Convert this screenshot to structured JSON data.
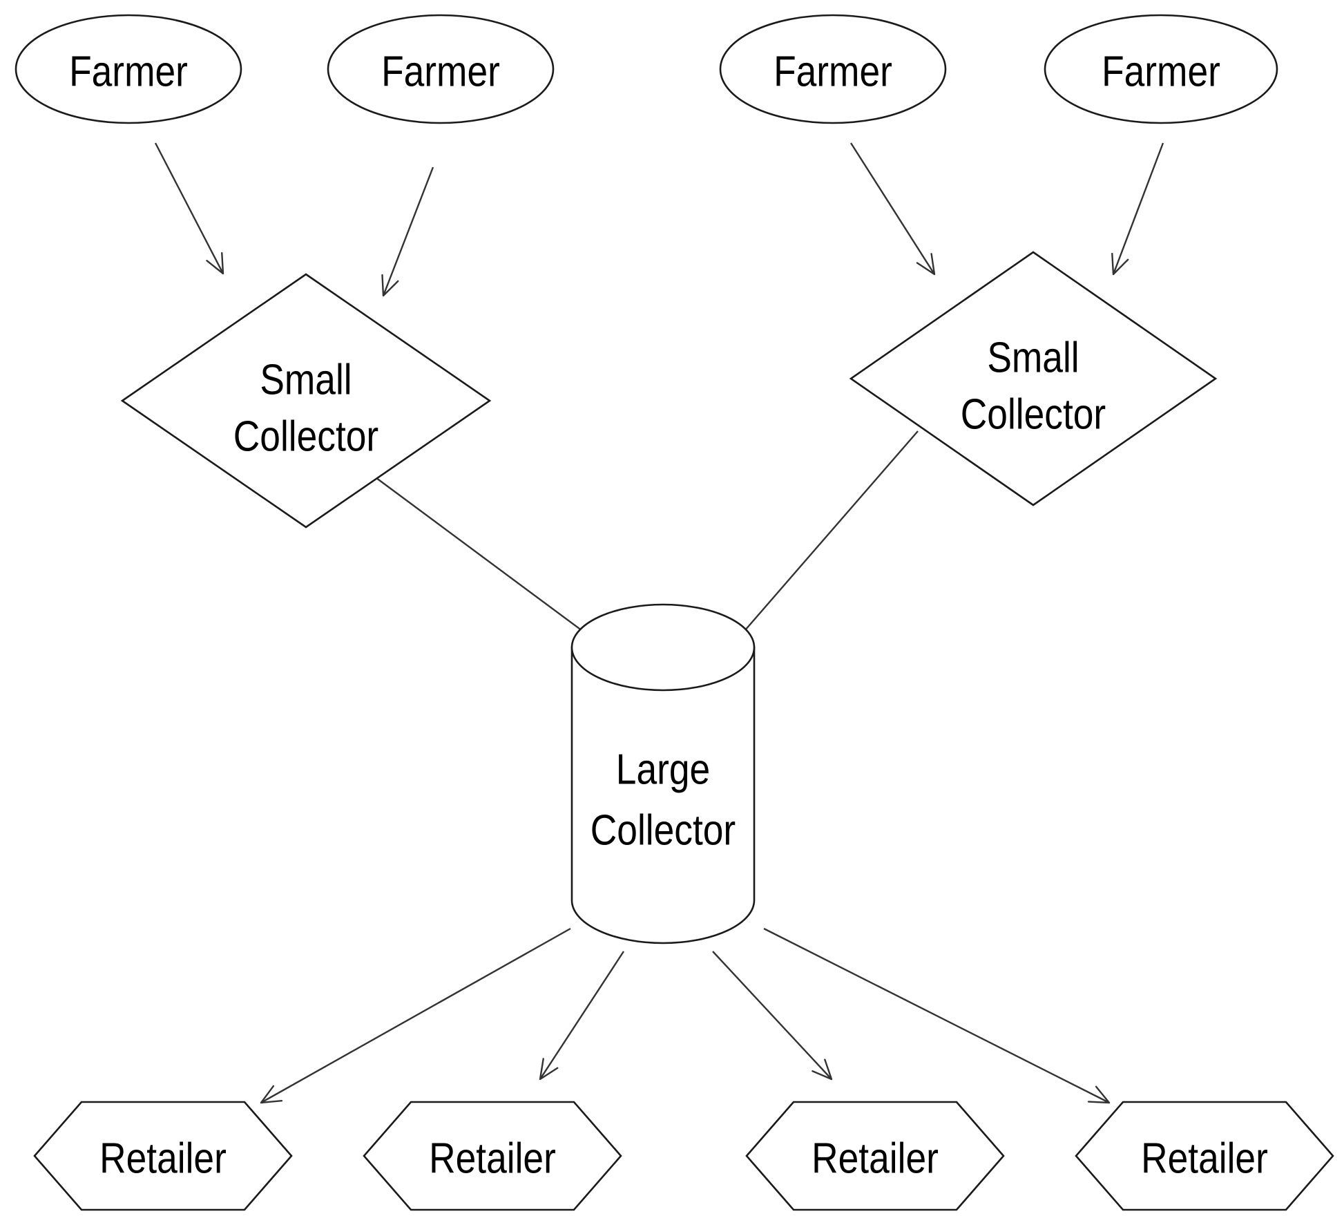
{
  "diagram": {
    "nodes": [
      {
        "id": "farmer-1",
        "type": "farmer",
        "shape": "ellipse",
        "lines": [
          "Farmer"
        ]
      },
      {
        "id": "farmer-2",
        "type": "farmer",
        "shape": "ellipse",
        "lines": [
          "Farmer"
        ]
      },
      {
        "id": "farmer-3",
        "type": "farmer",
        "shape": "ellipse",
        "lines": [
          "Farmer"
        ]
      },
      {
        "id": "farmer-4",
        "type": "farmer",
        "shape": "ellipse",
        "lines": [
          "Farmer"
        ]
      },
      {
        "id": "small-collector-1",
        "type": "small-collector",
        "shape": "diamond",
        "lines": [
          "Small",
          "Collector"
        ]
      },
      {
        "id": "small-collector-2",
        "type": "small-collector",
        "shape": "diamond",
        "lines": [
          "Small",
          "Collector"
        ]
      },
      {
        "id": "large-collector",
        "type": "large-collector",
        "shape": "cylinder",
        "lines": [
          "Large",
          "Collector"
        ]
      },
      {
        "id": "retailer-1",
        "type": "retailer",
        "shape": "hexagon",
        "lines": [
          "Retailer"
        ]
      },
      {
        "id": "retailer-2",
        "type": "retailer",
        "shape": "hexagon",
        "lines": [
          "Retailer"
        ]
      },
      {
        "id": "retailer-3",
        "type": "retailer",
        "shape": "hexagon",
        "lines": [
          "Retailer"
        ]
      },
      {
        "id": "retailer-4",
        "type": "retailer",
        "shape": "hexagon",
        "lines": [
          "Retailer"
        ]
      }
    ],
    "edges": [
      {
        "from": "farmer-1",
        "to": "small-collector-1"
      },
      {
        "from": "farmer-2",
        "to": "small-collector-1"
      },
      {
        "from": "farmer-3",
        "to": "small-collector-2"
      },
      {
        "from": "farmer-4",
        "to": "small-collector-2"
      },
      {
        "from": "small-collector-1",
        "to": "large-collector"
      },
      {
        "from": "small-collector-2",
        "to": "large-collector"
      },
      {
        "from": "large-collector",
        "to": "retailer-1"
      },
      {
        "from": "large-collector",
        "to": "retailer-2"
      },
      {
        "from": "large-collector",
        "to": "retailer-3"
      },
      {
        "from": "large-collector",
        "to": "retailer-4"
      }
    ],
    "colors": {
      "stroke": "#1a1a1a",
      "edge": "#333333",
      "fill": "#ffffff",
      "text": "#000000"
    }
  }
}
